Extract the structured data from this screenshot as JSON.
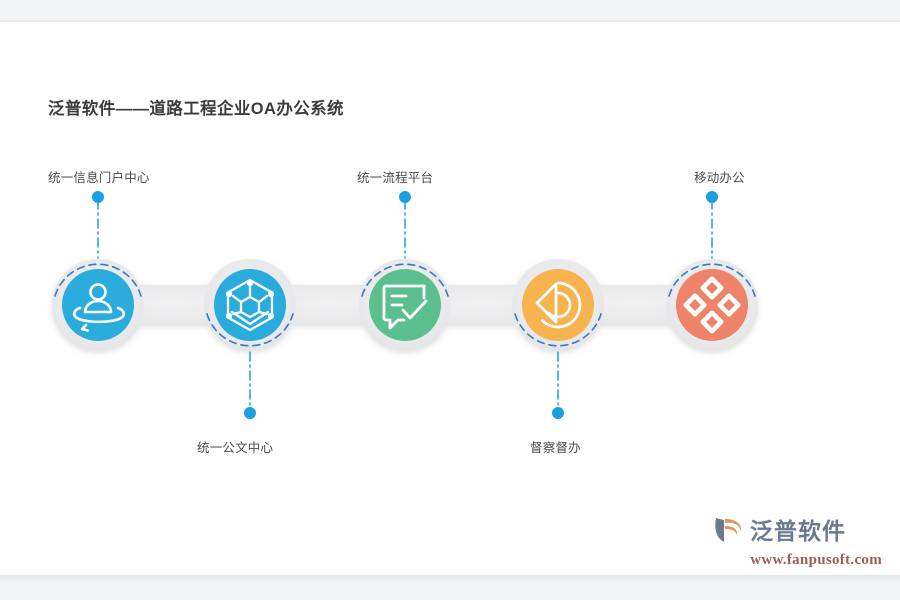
{
  "page": {
    "title": "泛普软件——道路工程企业OA办公系统",
    "background_color": "#ffffff",
    "frame_band_color": "#f4f5f7"
  },
  "diagram": {
    "type": "linked-circles-chain",
    "connector_color": "#e6e7e9",
    "connector_ring_color": "#ededee",
    "accent_dot_color": "#1a9fe0",
    "dashed_arc_color": "#2a6fc4",
    "nodes": [
      {
        "id": "node-1",
        "label": "统一信息门户中心",
        "icon": "user-portal-orbit-icon",
        "color": "#2cacdd",
        "label_position": "top",
        "arc_position": "top"
      },
      {
        "id": "node-2",
        "label": "统一公文中心",
        "icon": "hexagon-network-icon",
        "color": "#29abdb",
        "label_position": "bottom",
        "arc_position": "bottom"
      },
      {
        "id": "node-3",
        "label": "统一流程平台",
        "icon": "chat-bubble-check-icon",
        "color": "#5cc08e",
        "label_position": "top",
        "arc_position": "top"
      },
      {
        "id": "node-4",
        "label": "督察督办",
        "icon": "radar-broadcast-icon",
        "color": "#f6b350",
        "label_position": "bottom",
        "arc_position": "bottom"
      },
      {
        "id": "node-5",
        "label": "移动办公",
        "icon": "four-diamonds-icon",
        "color": "#ed8369",
        "label_position": "top",
        "arc_position": "top"
      }
    ]
  },
  "watermark": {
    "brand": "泛普软件",
    "url": "www.fanpusoft.com",
    "brand_color": "#6b7a91",
    "url_color": "#9d5f4e"
  }
}
